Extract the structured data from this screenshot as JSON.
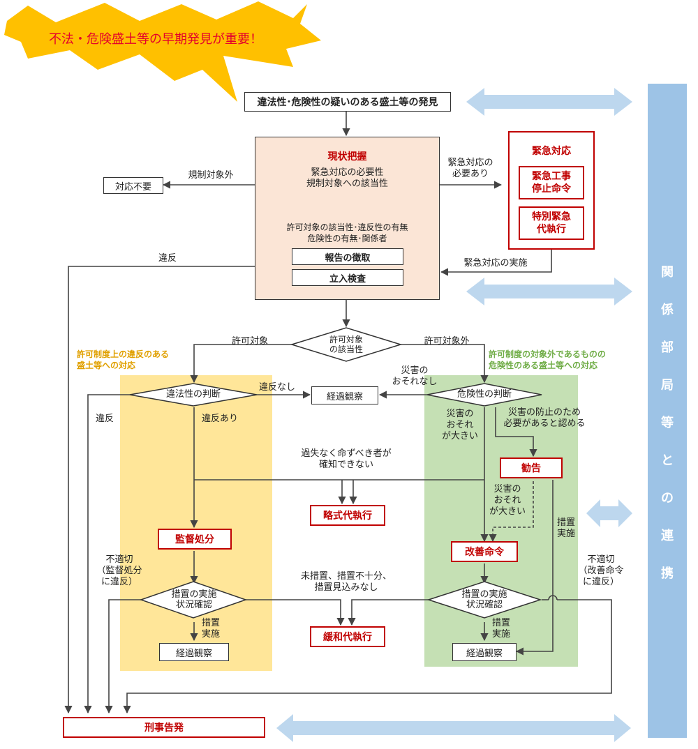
{
  "banner": {
    "text": "不法・危険盛土等の早期発見が重要！"
  },
  "nodes": {
    "discovery": "違法性･危険性の疑いのある盛土等の発見",
    "survey_title": "現状把握",
    "survey_line1": "緊急対応の必要性\n規制対象への該当性",
    "survey_line2": "許可対象の該当性･違反性の有無\n危険性の有無･関係者",
    "report": "報告の徴取",
    "inspection": "立入検査",
    "no_action": "対応不要",
    "emergency_title": "緊急対応",
    "emergency_order": "緊急工事\n停止命令",
    "special_exec": "特別緊急\n代執行",
    "permit_target": "許可対象\nの該当性",
    "legality": "違法性の判断",
    "observe_mid": "経過観察",
    "danger": "危険性の判断",
    "advice": "勧告",
    "summary_exec": "略式代執行",
    "supervision": "監督処分",
    "improvement": "改善命令",
    "check_left": "措置の実施\n状況確認",
    "check_right": "措置の実施\n状況確認",
    "relief_exec": "緩和代執行",
    "observe_left": "経過観察",
    "observe_right": "経過観察",
    "criminal": "刑事告発"
  },
  "labels": {
    "out_of_scope": "規制対象外",
    "need_emergency": "緊急対応の\n必要あり",
    "emergency_done": "緊急対応の実施",
    "violation_top": "違反",
    "permit_yes": "許可対象",
    "permit_no": "許可対象外",
    "left_zone": "許可制度上の違反のある\n盛土等への対応",
    "right_zone": "許可制度の対象外であるものの\n危険性のある盛土等への対応",
    "no_disaster": "災害の\nおそれなし",
    "no_violation": "違反なし",
    "violation_left": "違反",
    "has_violation": "違反あり",
    "large_risk": "災害の\nおそれ\nが大きい",
    "prevention": "災害の防止のため\n必要があると認める",
    "unknown_party": "過失なく命ずべき者が\n確知できない",
    "large_risk2": "災害の\nおそれ\nが大きい",
    "measure_done_right": "措置\n実施",
    "improper_left": "不適切\n（監督処分\nに違反）",
    "improper_right": "不適切\n（改善命令\nに違反）",
    "no_measure": "未措置、措置不十分、\n措置見込みなし",
    "measure_left": "措置\n実施",
    "measure_right": "措置\n実施"
  },
  "sidebar": {
    "chars": [
      "関",
      "係",
      "部",
      "局",
      "等",
      "と",
      "の",
      "連",
      "携"
    ]
  },
  "colors": {
    "accent_red": "#c00000",
    "survey_bg": "#fbe5d6",
    "left_zone_bg": "#ffe699",
    "right_zone_bg": "#c5e0b4",
    "sidebar": "#9dc3e6",
    "arrow_blue": "#bdd7ee",
    "banner": "#ffc000",
    "left_text": "#e0a000",
    "right_text": "#70ad47"
  }
}
